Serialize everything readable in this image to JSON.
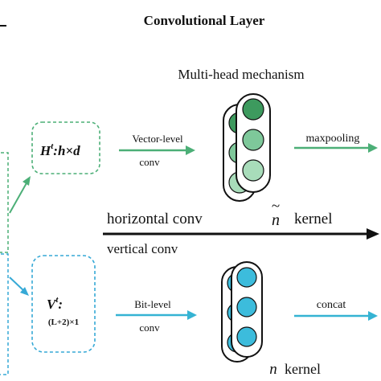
{
  "title": "Convolutional Layer",
  "multihead_label": "Multi-head mechanism",
  "top_branch": {
    "input_label_prefix": "H",
    "input_label_sup": "t",
    "input_label_rest": ":h×d",
    "conv_label_line1": "Vector-level",
    "conv_label_line2": "conv",
    "output_label": "maxpooling",
    "color": "#4caf77"
  },
  "middle": {
    "horizontal_label": "horizontal conv",
    "kernel_tilde": "~",
    "kernel_symbol": "n",
    "kernel_word": "kernel",
    "vertical_label": "vertical conv"
  },
  "bottom_branch": {
    "input_label_prefix": "V",
    "input_label_sup": "t",
    "input_label_colon": ":",
    "input_label_dims": "(L+2)×1",
    "conv_label_line1": "Bit-level",
    "conv_label_line2": "conv",
    "output_label": "concat",
    "kernel_symbol": "n",
    "kernel_word": "kernel",
    "color": "#35b3d3"
  },
  "colors": {
    "green_dark": "#3d9a5e",
    "green_mid": "#7ec89a",
    "green_light": "#a8dcba",
    "cyan": "#3cbcdc",
    "cyan_border": "#36a9d6",
    "green_border": "#4caf77",
    "black": "#111111"
  }
}
